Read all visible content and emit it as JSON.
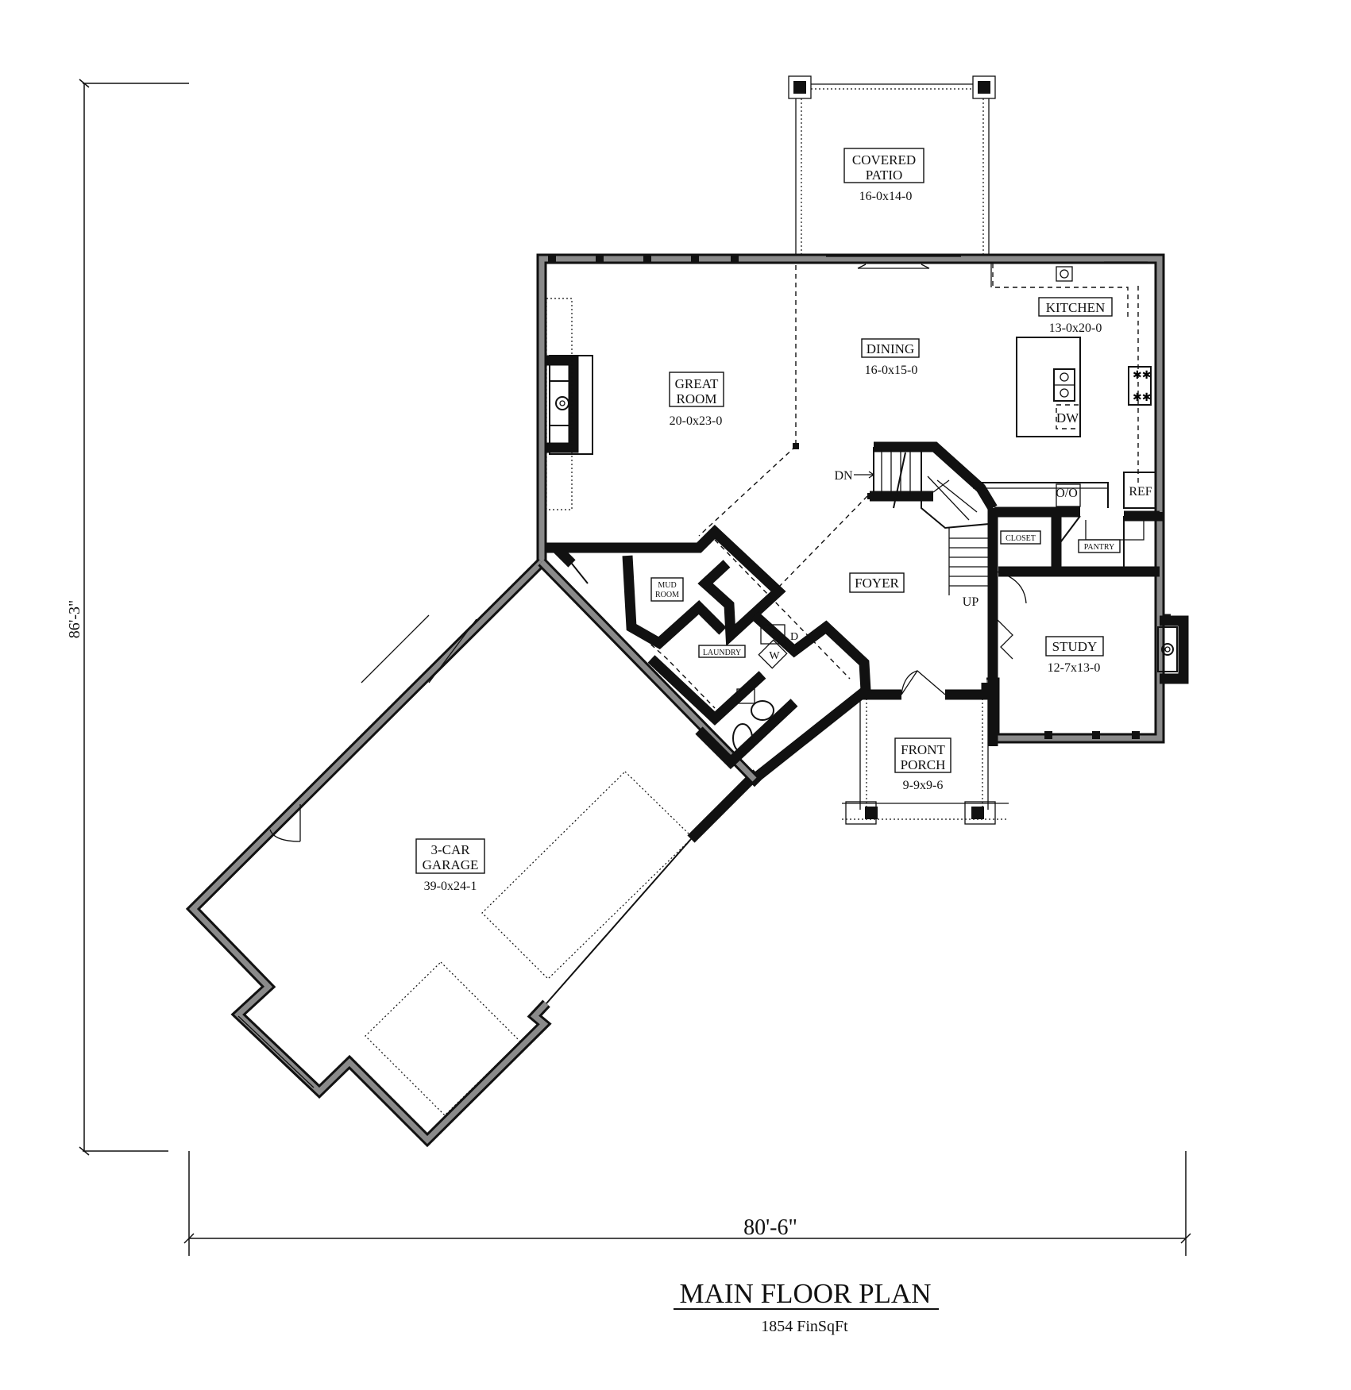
{
  "plan_title": "MAIN FLOOR PLAN",
  "plan_subtitle": "1854 FinSqFt",
  "dimensions": {
    "width": "80'-6\"",
    "depth": "86'-3\""
  },
  "rooms": {
    "covered_patio": {
      "name_line1": "COVERED",
      "name_line2": "PATIO",
      "size": "16-0x14-0"
    },
    "great_room": {
      "name_line1": "GREAT",
      "name_line2": "ROOM",
      "size": "20-0x23-0"
    },
    "dining": {
      "name": "DINING",
      "size": "16-0x15-0"
    },
    "kitchen": {
      "name": "KITCHEN",
      "size": "13-0x20-0"
    },
    "foyer": {
      "name": "FOYER"
    },
    "study": {
      "name": "STUDY",
      "size": "12-7x13-0"
    },
    "front_porch": {
      "name_line1": "FRONT",
      "name_line2": "PORCH",
      "size": "9-9x9-6"
    },
    "garage": {
      "name_line1": "3-CAR",
      "name_line2": "GARAGE",
      "size": "39-0x24-1"
    },
    "mud_room": {
      "name_line1": "MUD",
      "name_line2": "ROOM"
    },
    "laundry": {
      "name": "LAUNDRY"
    },
    "closet": {
      "name": "CLOSET"
    },
    "pantry": {
      "name": "PANTRY"
    }
  },
  "fixtures": {
    "stair_down": "DN",
    "stair_up": "UP",
    "dishwasher": "DW",
    "oven": "O/O",
    "refrigerator": "REF",
    "washer": "W",
    "dryer": "D"
  }
}
